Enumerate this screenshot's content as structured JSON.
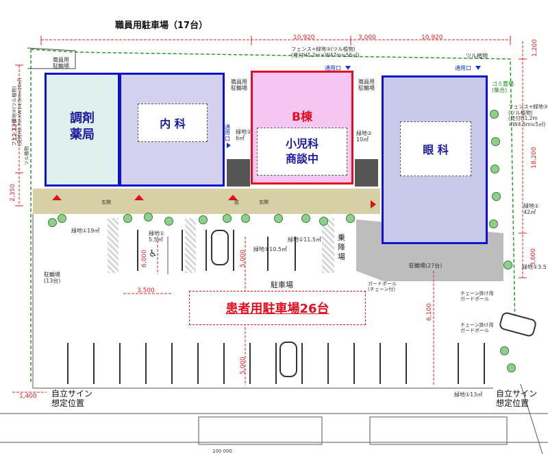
{
  "top_title": "職員用駐車場（17台）",
  "dims": {
    "top_left": "10,920",
    "top_mid": "3,000",
    "top_right": "10,920",
    "left_upper": "12,120",
    "left_lower": "2,350",
    "right_top": "1,200",
    "right_main": "18,200",
    "right_lower": "3,600",
    "stall_width": "3,500",
    "aisle_a": "6,000",
    "aisle_b": "5,000",
    "aisle_c": "5,000",
    "aisle_right": "6,100",
    "bottom_left": "1,400"
  },
  "buildings": {
    "pharmacy": "調剤\n薬局",
    "internal": "内 科",
    "b_wing": "B棟",
    "pediatrics": "小児科\n商談中",
    "ophthalmology": "眼 科"
  },
  "notes": {
    "fence_top": "フェンス+緑地③(ツル植物)\n(見付H1.2m×W47m≒56㎡)",
    "fence_left": "フェンス+緑地③(ツル植物)\n(見付H0.7m×W14.5m≒10㎡)",
    "fence_right": "フェンス+緑地③\n(ツル植物)\n(見付H1.2m\n×W4.5m≒5㎡)",
    "vine": "ツル植物",
    "vine_left": "ツル植物",
    "staff_parking_left": "職員用\n駐輪場",
    "staff_parking_mid": "職員用\n駐輪場",
    "staff_parking_right": "職員用\n駐輪場",
    "garbage": "ゴミ置場\n(集合)",
    "service_a": "通用口",
    "service_b": "通用口",
    "service_c": "通用口",
    "green2_6": "緑地②\n6㎡",
    "green2_10": "緑地②\n10㎡",
    "green1_42": "緑地①\n42㎡",
    "green1_19": "緑地①19㎡",
    "green1_5_5": "緑地①\n5.5㎡",
    "green1_10_5": "緑地①10.5㎡",
    "green1_11_5": "緑地①11.5㎡",
    "green1_3_5": "緑地①3.5",
    "green1_13": "緑地①13㎡",
    "dropoff": "乗\n降\n場",
    "bike_parking": "駐輪場(27台)",
    "bike_left": "駐輪場\n(13台)",
    "parking": "駐車場",
    "patient_parking": "患者用駐車場26台",
    "guard_pole": "ガードポール\n(チェーン付)",
    "chain_pole_1": "チェーン掛け用\nガードポール",
    "chain_pole_2": "チェーン掛け用\nガードポール",
    "sign_left": "自立サイン\n想定位置",
    "sign_right": "自立サイン\n想定位置",
    "entrance_a": "玄関",
    "entrance_b": "玄関",
    "canopy": "庇",
    "bottom_cut": "100 000"
  },
  "colors": {
    "blue_outline": "#1010d0",
    "red_outline": "#e01020",
    "pharmacy_fill": "#dff0ee",
    "internal_fill": "#d2d2ee",
    "pediatrics_fill": "#f7c6f2",
    "ophth_fill": "#c9c9ea",
    "walkway_fill": "#c9c08a",
    "dim_red": "#d22222",
    "tree_green": "#8ed08a"
  }
}
